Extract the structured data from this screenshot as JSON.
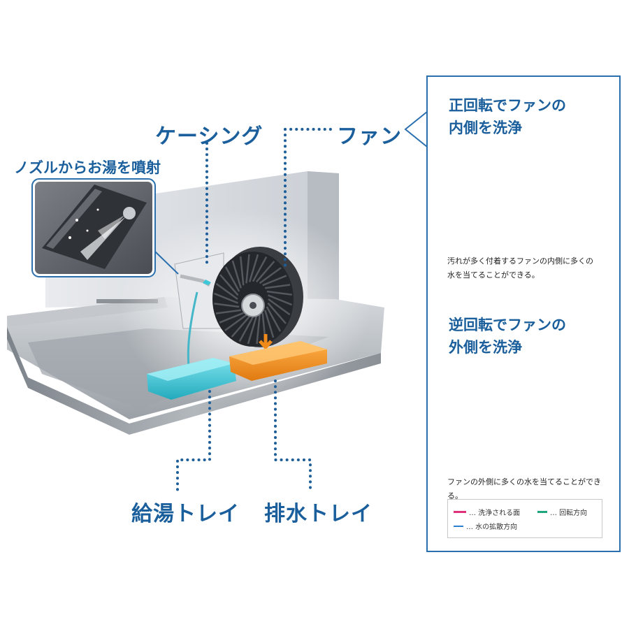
{
  "labels": {
    "casing": "ケーシング",
    "fan": "ファン",
    "nozzle": "ノズルからお湯を噴射",
    "supply_tray": "給湯トレイ",
    "drain_tray": "排水トレイ"
  },
  "panel": {
    "forward": {
      "title_line1": "正回転でファンの",
      "title_line2": "内側を洗浄",
      "desc_line1": "汚れが多く付着するファンの内側に多くの",
      "desc_line2": "水を当てることができる。"
    },
    "reverse": {
      "title_line1": "逆回転でファンの",
      "title_line2": "外側を洗浄",
      "desc_line1": "ファンの外側に多くの水を当てることができる。"
    },
    "legend": {
      "washed_surface": "… 洗浄される面",
      "rotation": "… 回転方向",
      "water_spread": "… 水の拡散方向"
    }
  },
  "colors": {
    "accent": "#1a5f9c",
    "panel_border": "#2a6fae",
    "washed_surface": "#e0307a",
    "rotation": "#1fa67f",
    "water_spread": "#2f7fd0",
    "supply_tray": "#3cc7d8",
    "drain_tray": "#f08a1a"
  }
}
